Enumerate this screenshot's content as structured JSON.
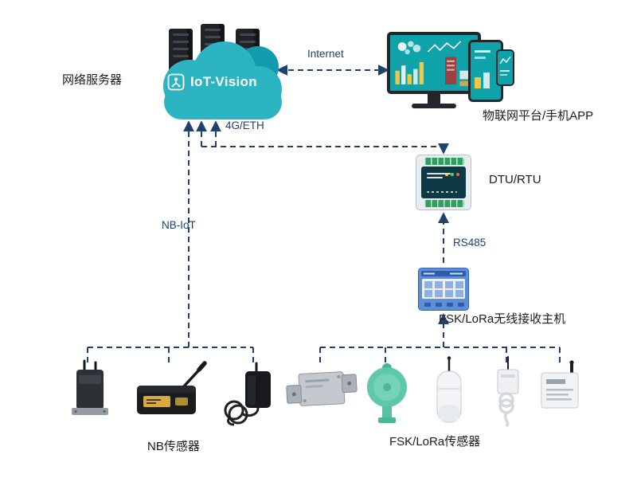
{
  "cloud": {
    "brand": "IoT-Vision",
    "label": "网络服务器"
  },
  "platform": {
    "label": "物联网平台/手机APP"
  },
  "links": {
    "internet": "Internet",
    "wan": "4G/ETH",
    "nb": "NB-IoT",
    "serial": "RS485"
  },
  "dtu": {
    "label": "DTU/RTU"
  },
  "receiver": {
    "label": "FSK/LoRa无线接收主机"
  },
  "sensor_groups": {
    "nb": {
      "label": "NB传感器"
    },
    "fsk": {
      "label": "FSK/LoRa传感器"
    }
  },
  "colors": {
    "cloud": "#2cb4c3",
    "line": "#20406e",
    "screen": "#0fa2a8"
  }
}
